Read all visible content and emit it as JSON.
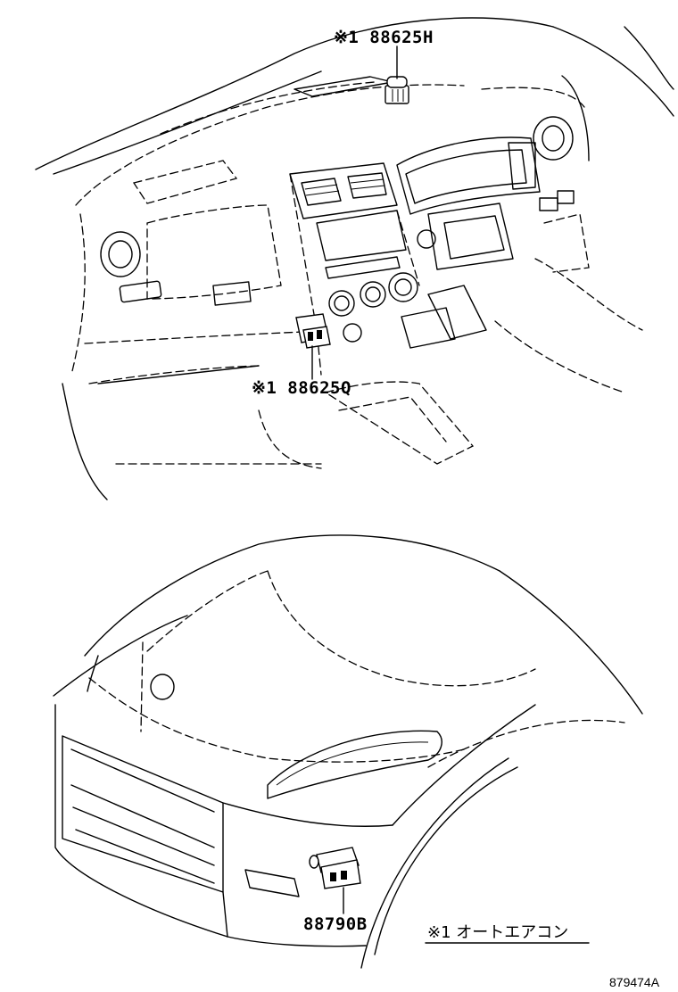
{
  "callouts": {
    "top": {
      "label": "※1 88625H"
    },
    "middle": {
      "label": "※1 88625Q"
    },
    "bottom": {
      "label": "88790B"
    }
  },
  "note": {
    "label": "※1 オートエアコン"
  },
  "figure_id": "879474A",
  "icons": {
    "part_top": "ambient-sensor-icon",
    "part_middle": "room-temperature-sensor-icon",
    "part_bottom": "outside-temperature-sensor-icon"
  }
}
